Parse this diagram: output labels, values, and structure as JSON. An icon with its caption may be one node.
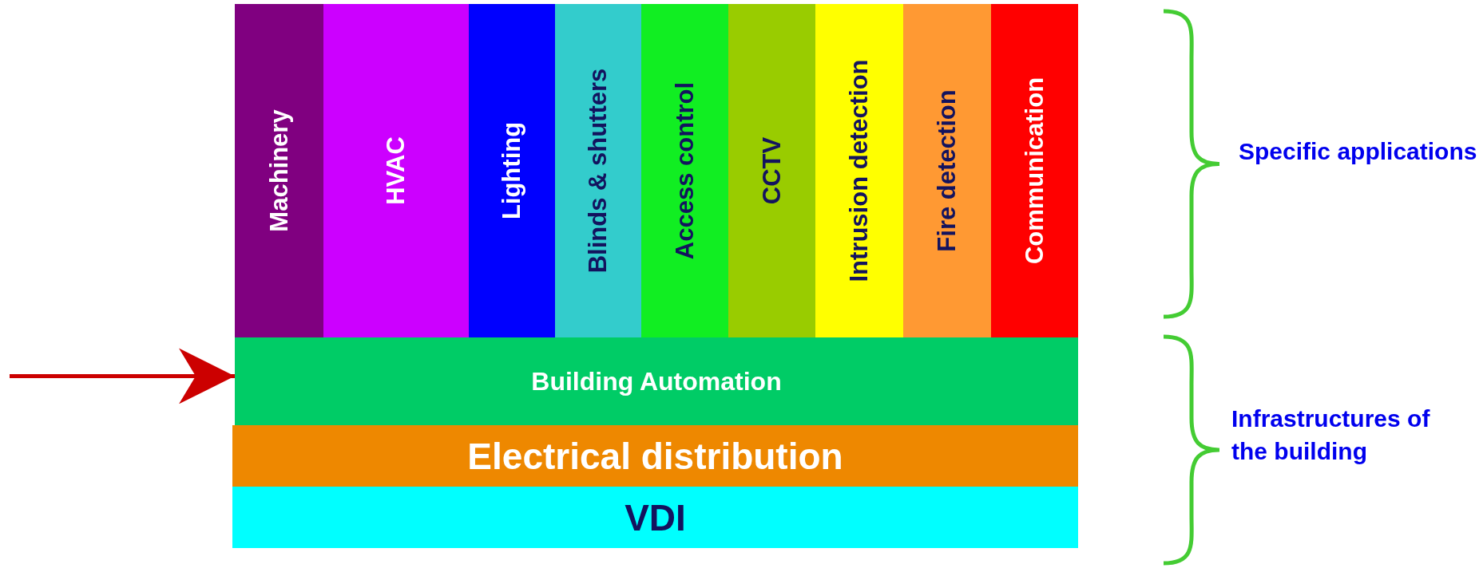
{
  "diagram": {
    "nodes": [
      {
        "text": [
          "Machinery"
        ]
      },
      {
        "text": [
          "HVAC"
        ]
      },
      {
        "text": [
          "Lighting"
        ]
      },
      {
        "text": [
          "Blinds & shutters"
        ]
      },
      {
        "text": [
          "Access control"
        ]
      },
      {
        "text": [
          "CCTV"
        ]
      },
      {
        "text": [
          "Intrusion detection"
        ]
      },
      {
        "text": [
          "Fire detection"
        ]
      },
      {
        "text": [
          "Communication"
        ]
      },
      {
        "text": [
          "Building Automation"
        ]
      },
      {
        "text": [
          "Electrical distribution"
        ]
      },
      {
        "text": [
          "VDI"
        ]
      }
    ],
    "edges": [
      {
        "from": null,
        "to": 9,
        "arrow": "to",
        "color": "#cc0000"
      }
    ],
    "labels": [
      "Specific applications",
      "Infrastructures of the building"
    ]
  }
}
